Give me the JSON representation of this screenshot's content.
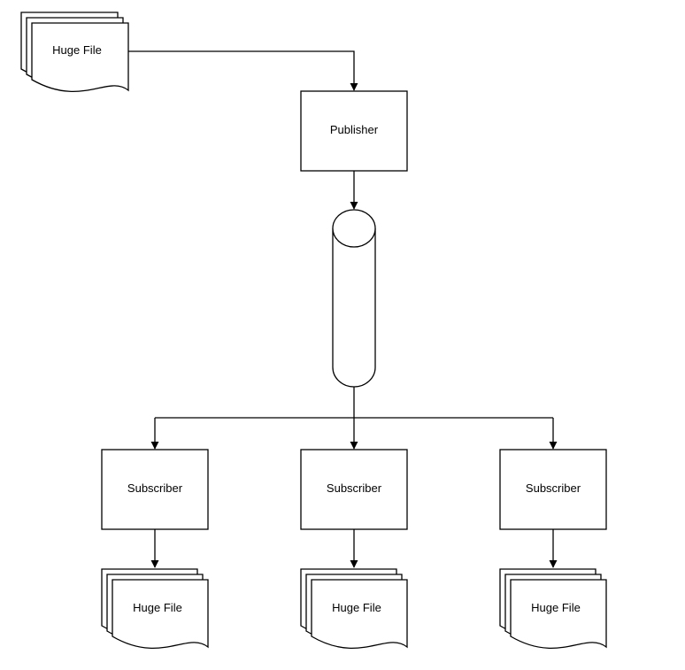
{
  "diagram": {
    "source_document": {
      "label": "Huge File"
    },
    "publisher": {
      "label": "Publisher"
    },
    "channel": {
      "label": ""
    },
    "subscribers": [
      {
        "label": "Subscriber",
        "output_label": "Huge File"
      },
      {
        "label": "Subscriber",
        "output_label": "Huge File"
      },
      {
        "label": "Subscriber",
        "output_label": "Huge File"
      }
    ]
  },
  "colors": {
    "stroke": "#000000",
    "fill": "#ffffff",
    "text": "#000000"
  }
}
